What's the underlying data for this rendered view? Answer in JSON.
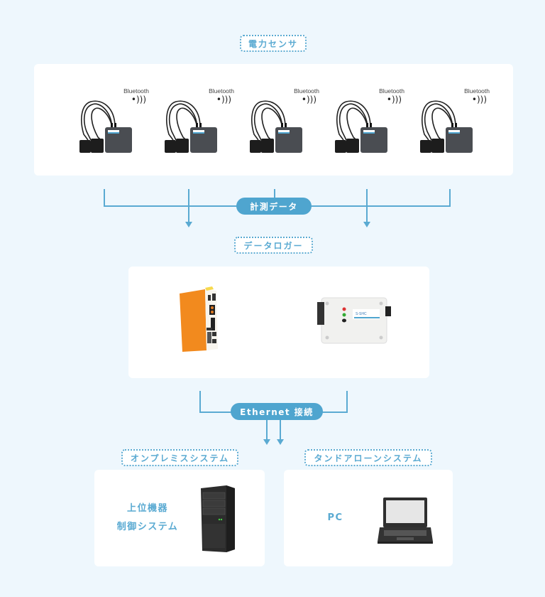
{
  "diagram": {
    "sections": {
      "sensors_tag": "電力センサ",
      "logger_tag": "データロガー",
      "onprem_tag": "オンプレミスシステム",
      "standalone_tag": "タンドアローンシステム"
    },
    "connectors": {
      "measurement_data": "計測データ",
      "ethernet": "Ethernet 接続"
    },
    "sensors": [
      {
        "label": "Bluetooth",
        "icon": "wireless-signal-icon"
      },
      {
        "label": "Bluetooth",
        "icon": "wireless-signal-icon"
      },
      {
        "label": "Bluetooth",
        "icon": "wireless-signal-icon"
      },
      {
        "label": "Bluetooth",
        "icon": "wireless-signal-icon"
      },
      {
        "label": "Bluetooth",
        "icon": "wireless-signal-icon"
      }
    ],
    "loggers": [
      {
        "name": "orange-din-rail-logger"
      },
      {
        "name": "white-box-logger"
      }
    ],
    "systems": {
      "onprem": {
        "line1": "上位機器",
        "line2": "制御システム",
        "device": "tower-server"
      },
      "standalone": {
        "label": "PC",
        "device": "laptop"
      }
    },
    "colors": {
      "accent": "#4fa5cf",
      "background": "#eef7fd",
      "panel": "#ffffff"
    }
  }
}
